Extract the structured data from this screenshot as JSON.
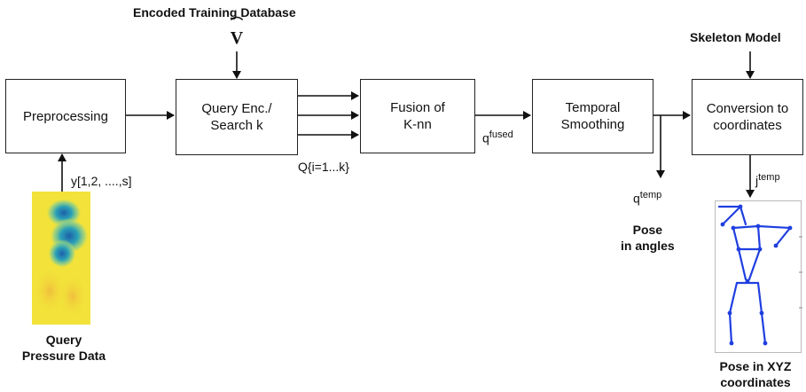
{
  "labels": {
    "encoded_db": "Encoded Training Database",
    "v_hat": "V",
    "skeleton_model": "Skeleton Model",
    "y_input": "y[1,2, ....,s]",
    "q_list": "Q{i=1...k}",
    "q_fused_base": "q",
    "q_fused_sup": "fused",
    "q_temp_base": "q",
    "q_temp_sup": "temp",
    "j_temp_base": "j",
    "j_temp_sup": "temp",
    "pose_angles": [
      "Pose",
      "in angles"
    ],
    "query_pressure": [
      "Query",
      "Pressure Data"
    ],
    "pose_xyz": [
      "Pose in XYZ",
      "coordinates"
    ]
  },
  "blocks": {
    "preprocessing": [
      "Preprocessing"
    ],
    "query_enc": [
      "Query Enc./",
      "Search k"
    ],
    "fusion": [
      "Fusion of",
      "K-nn"
    ],
    "temporal": [
      "Temporal",
      "Smoothing"
    ],
    "conversion": [
      "Conversion to",
      "coordinates"
    ]
  },
  "colors": {
    "heatmap_bg": "#f2e23a",
    "heatmap_blue": "#1f6fb0",
    "skeleton": "#1f3fe0"
  }
}
